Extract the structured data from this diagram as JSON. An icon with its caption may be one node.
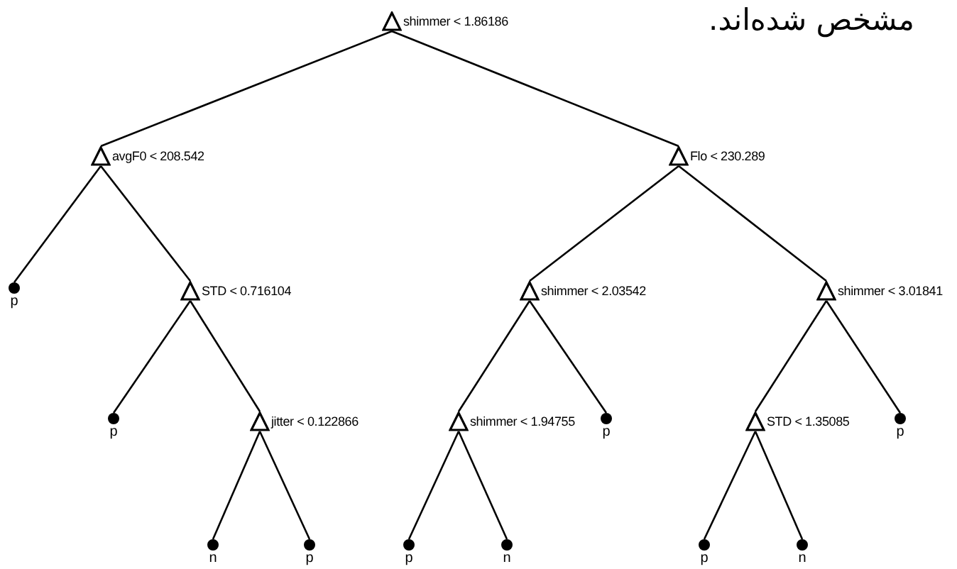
{
  "diagram": {
    "nodes": [
      {
        "text": [
          "shimmer < 1.86186"
        ]
      },
      {
        "text": [
          "avgF0 < 208.542"
        ]
      },
      {
        "text": [
          "p"
        ]
      },
      {
        "text": [
          "STD < 0.716104"
        ]
      },
      {
        "text": [
          "p"
        ]
      },
      {
        "text": [
          "jitter < 0.122866"
        ]
      },
      {
        "text": [
          "n"
        ]
      },
      {
        "text": [
          "p"
        ]
      },
      {
        "text": [
          "Flo < 230.289"
        ]
      },
      {
        "text": [
          "shimmer < 2.03542"
        ]
      },
      {
        "text": [
          "shimmer < 1.94755"
        ]
      },
      {
        "text": [
          "p"
        ]
      },
      {
        "text": [
          "n"
        ]
      },
      {
        "text": [
          "p"
        ]
      },
      {
        "text": [
          "shimmer < 3.01841"
        ]
      },
      {
        "text": [
          "STD < 1.35085"
        ]
      },
      {
        "text": [
          "p"
        ]
      },
      {
        "text": [
          "n"
        ]
      },
      {
        "text": [
          "p"
        ]
      }
    ],
    "edges": [
      {
        "from": 0,
        "to": 1,
        "arrow": "none"
      },
      {
        "from": 0,
        "to": 8,
        "arrow": "none"
      },
      {
        "from": 1,
        "to": 2,
        "arrow": "none"
      },
      {
        "from": 1,
        "to": 3,
        "arrow": "none"
      },
      {
        "from": 3,
        "to": 4,
        "arrow": "none"
      },
      {
        "from": 3,
        "to": 5,
        "arrow": "none"
      },
      {
        "from": 5,
        "to": 6,
        "arrow": "none"
      },
      {
        "from": 5,
        "to": 7,
        "arrow": "none"
      },
      {
        "from": 8,
        "to": 9,
        "arrow": "none"
      },
      {
        "from": 8,
        "to": 14,
        "arrow": "none"
      },
      {
        "from": 9,
        "to": 10,
        "arrow": "none"
      },
      {
        "from": 9,
        "to": 13,
        "arrow": "none"
      },
      {
        "from": 10,
        "to": 11,
        "arrow": "none"
      },
      {
        "from": 10,
        "to": 12,
        "arrow": "none"
      },
      {
        "from": 14,
        "to": 15,
        "arrow": "none"
      },
      {
        "from": 14,
        "to": 18,
        "arrow": "none"
      },
      {
        "from": 15,
        "to": 16,
        "arrow": "none"
      },
      {
        "from": 15,
        "to": 17,
        "arrow": "none"
      }
    ],
    "labels": [
      "مشخص شده‌اند."
    ]
  }
}
